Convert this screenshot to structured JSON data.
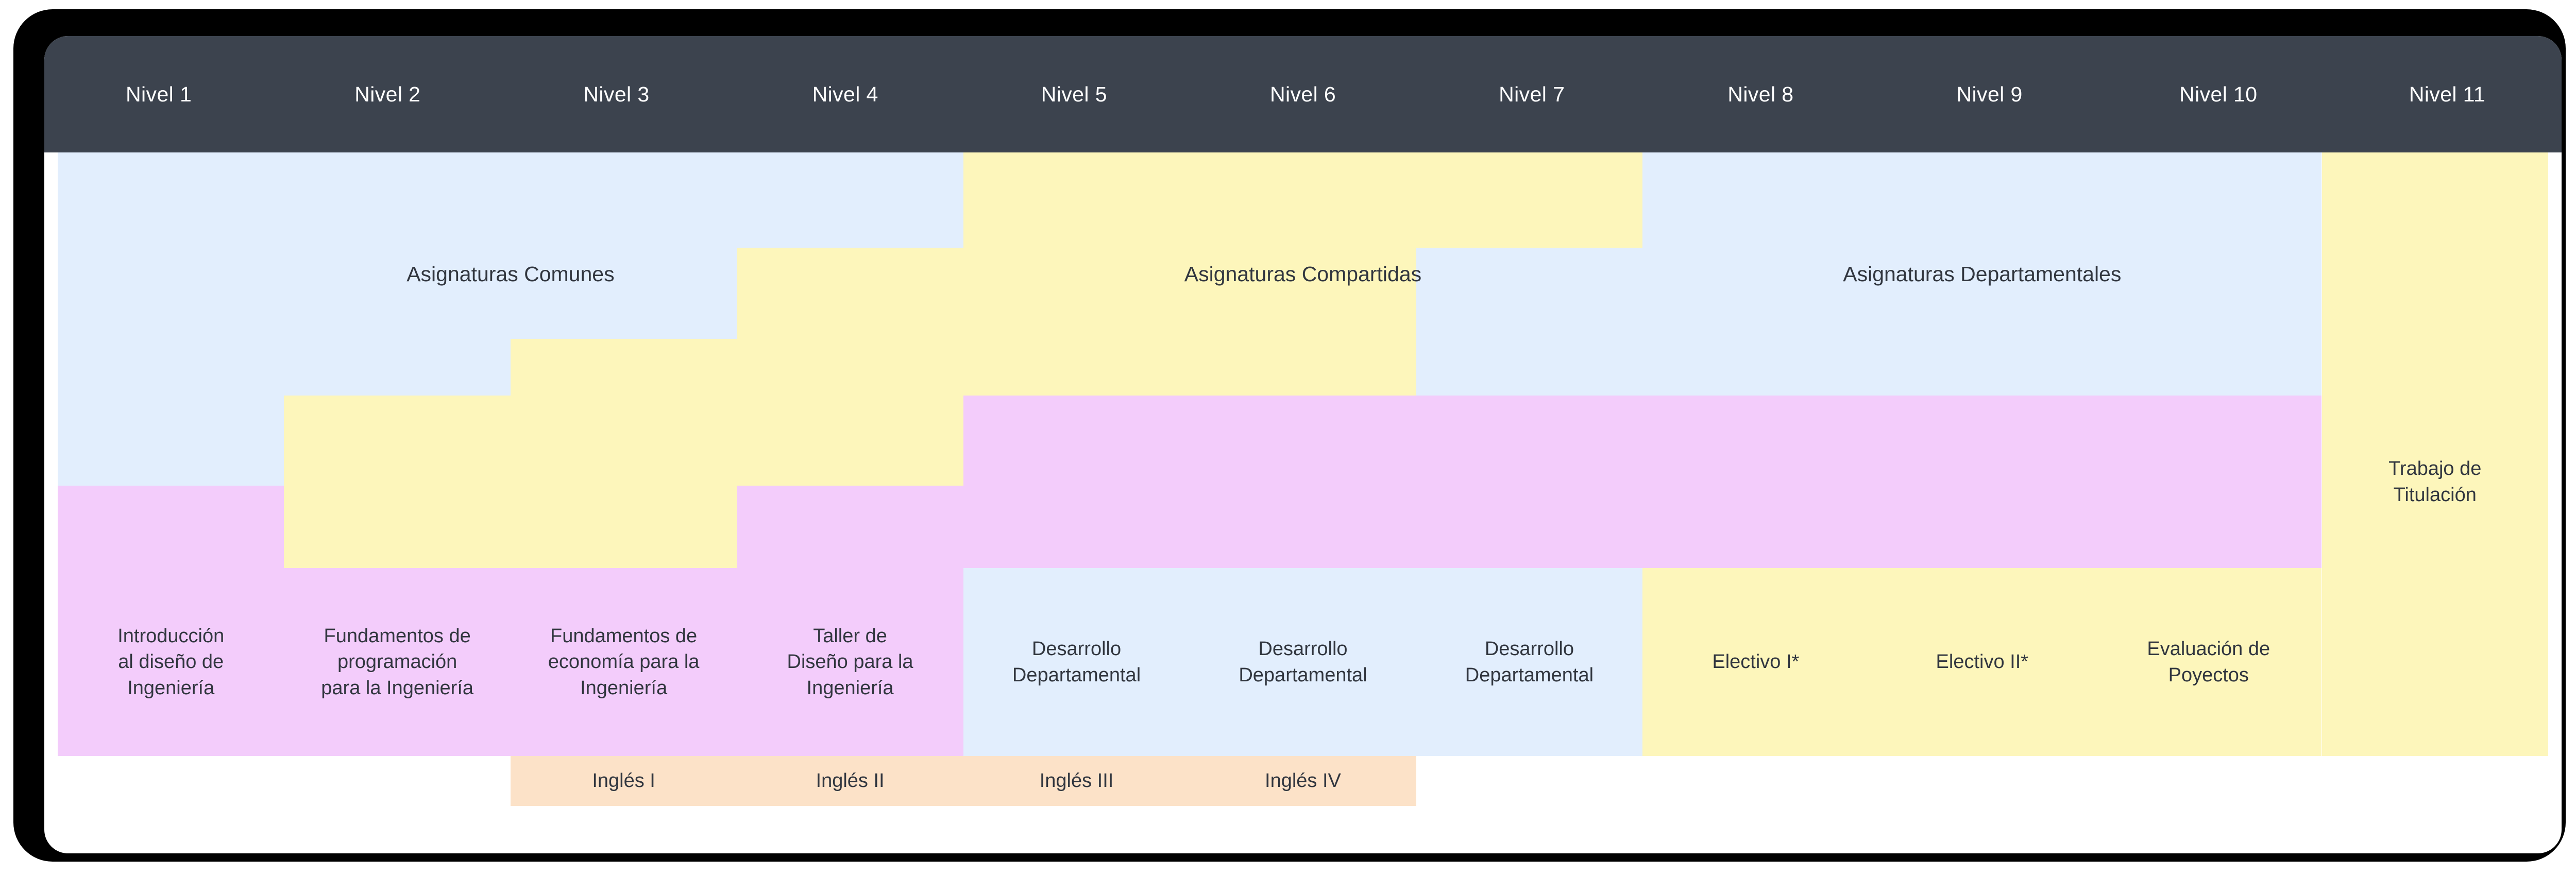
{
  "levels": [
    {
      "label": "Nivel 1"
    },
    {
      "label": "Nivel 2"
    },
    {
      "label": "Nivel 3"
    },
    {
      "label": "Nivel 4"
    },
    {
      "label": "Nivel 5"
    },
    {
      "label": "Nivel 6"
    },
    {
      "label": "Nivel 7"
    },
    {
      "label": "Nivel 8"
    },
    {
      "label": "Nivel 9"
    },
    {
      "label": "Nivel 10"
    },
    {
      "label": "Nivel 11"
    }
  ],
  "groups": {
    "comunes": "Asignaturas Comunes",
    "compartidas": "Asignaturas Compartidas",
    "departamentales": "Asignaturas Departamentales",
    "titulacion": "Trabajo de\nTitulación"
  },
  "courses": [
    {
      "label": "Introducción\nal diseño de\nIngeniería"
    },
    {
      "label": "Fundamentos de\nprogramación\npara la Ingeniería"
    },
    {
      "label": "Fundamentos de\neconomía para la\nIngeniería"
    },
    {
      "label": "Taller de\nDiseño para la\nIngeniería"
    },
    {
      "label": "Desarrollo\nDepartamental"
    },
    {
      "label": "Desarrollo\nDepartamental"
    },
    {
      "label": "Desarrollo\nDepartamental"
    },
    {
      "label": "Electivo I*"
    },
    {
      "label": "Electivo II*"
    },
    {
      "label": "Evaluación de\nPoyectos"
    }
  ],
  "ingles": [
    {
      "label": "Inglés I"
    },
    {
      "label": "Inglés II"
    },
    {
      "label": "Inglés III"
    },
    {
      "label": "Inglés IV"
    }
  ],
  "colors": {
    "frame": "#000000",
    "card": "#ffffff",
    "header_bg": "#3c434e",
    "header_text": "#ffffff",
    "blue": "#e2eefd",
    "yellow": "#fdf6bb",
    "pink": "#f3ccfb",
    "peach": "#fce2c8",
    "text": "#31363f"
  }
}
